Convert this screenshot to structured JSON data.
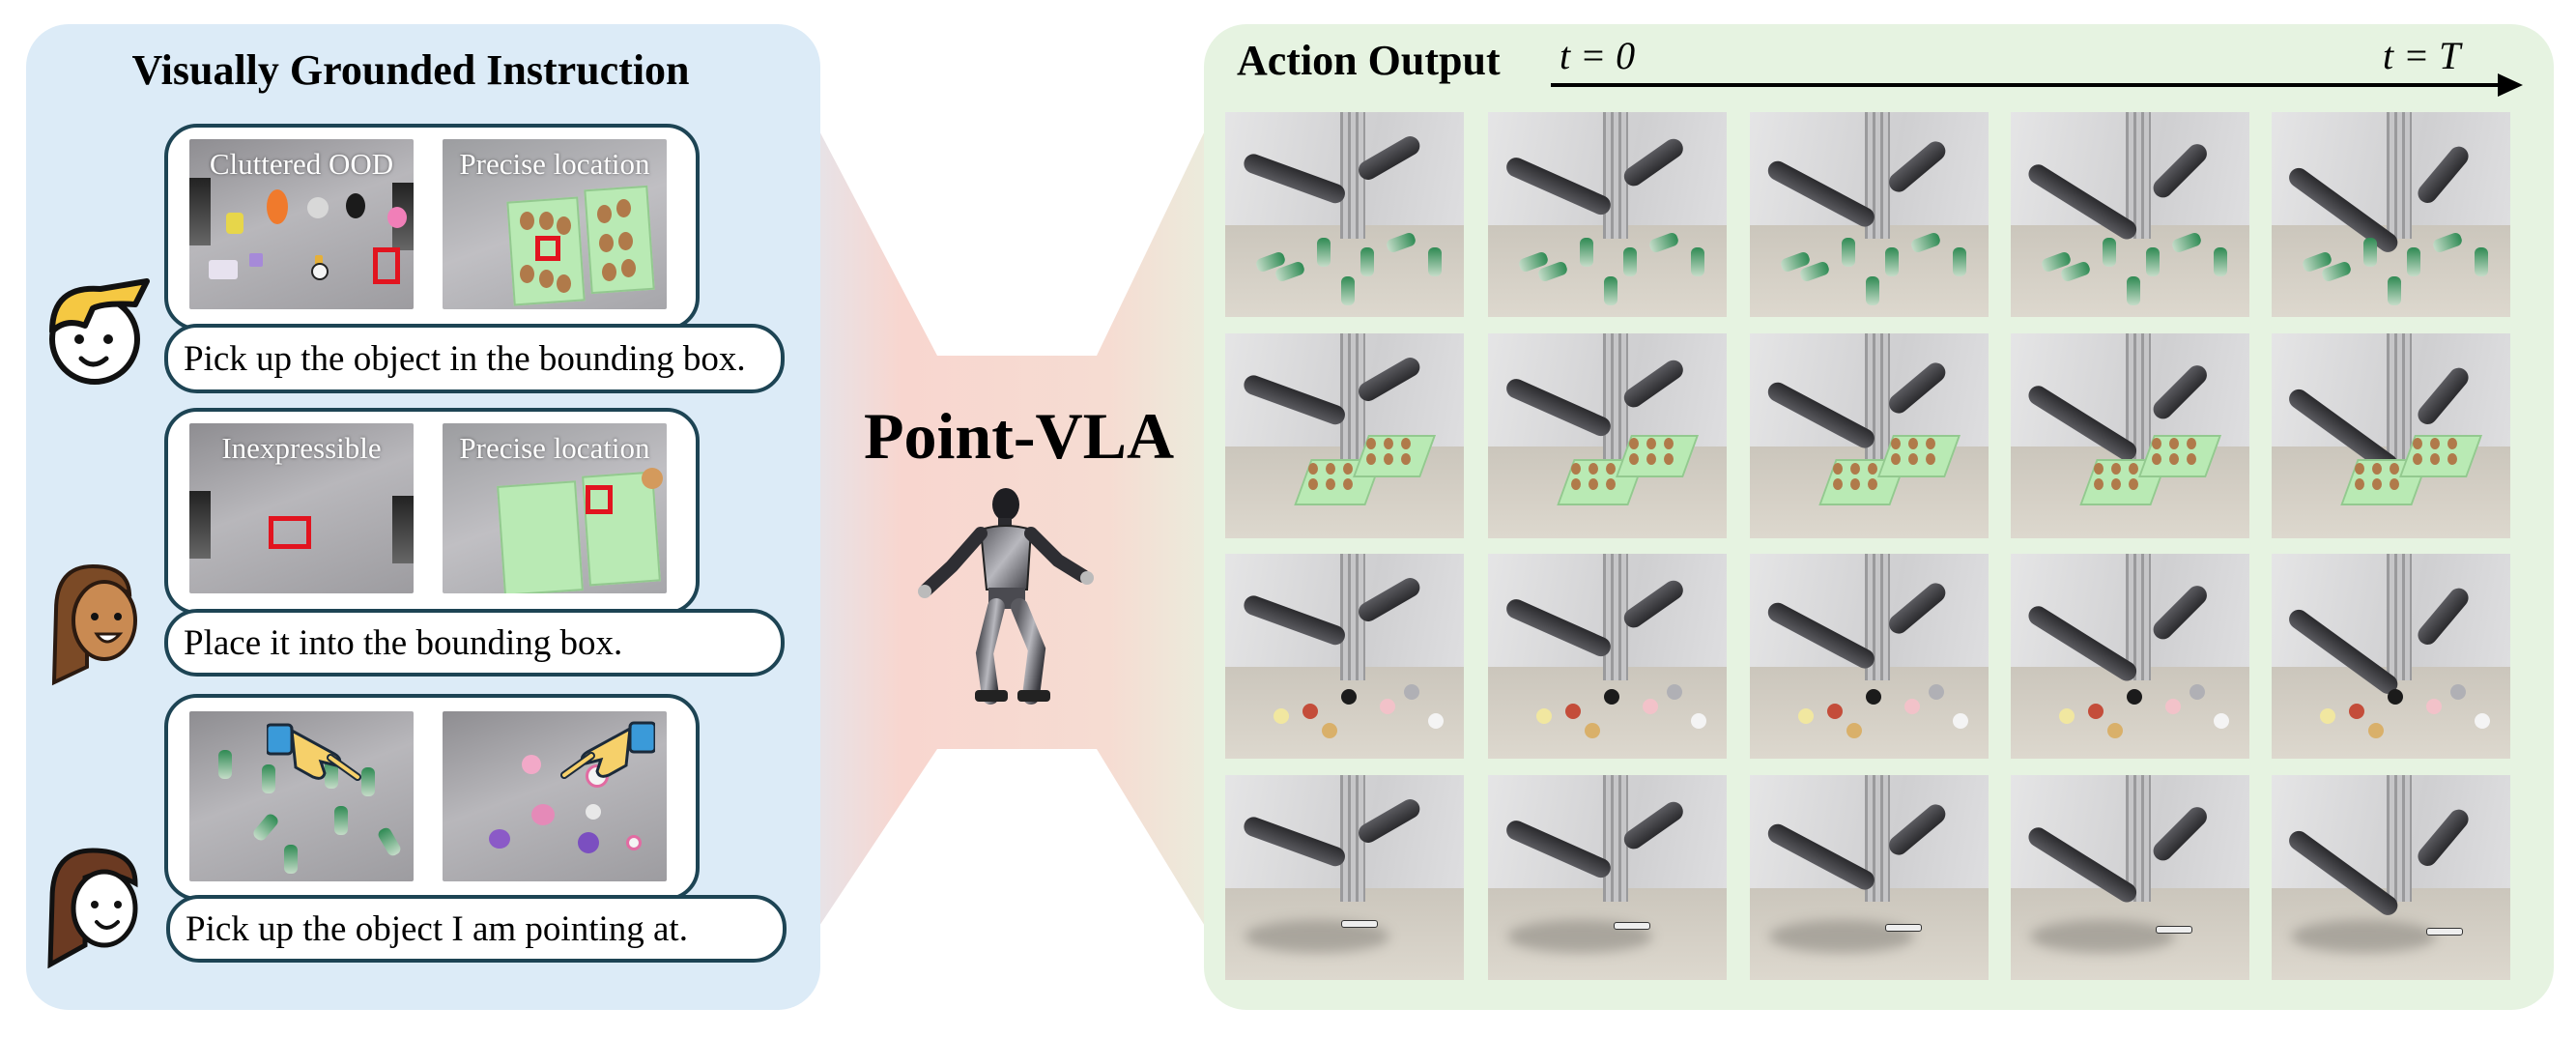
{
  "left_panel": {
    "title": "Visually Grounded Instruction",
    "examples": [
      {
        "avatar": "boy-avatar-icon",
        "images": [
          {
            "label": "Cluttered OOD"
          },
          {
            "label": "Precise location"
          }
        ],
        "instruction": "Pick up the object in the bounding box."
      },
      {
        "avatar": "woman-avatar-icon",
        "images": [
          {
            "label": "Inexpressible"
          },
          {
            "label": "Precise location"
          }
        ],
        "instruction": "Place it into the bounding box."
      },
      {
        "avatar": "girl-avatar-icon",
        "images": [
          {
            "label": ""
          },
          {
            "label": ""
          }
        ],
        "instruction": "Pick up the object I am pointing at."
      }
    ]
  },
  "center": {
    "model_name": "Point-VLA",
    "icon": "humanoid-robot-icon"
  },
  "right_panel": {
    "title": "Action Output",
    "time_start": "t = 0",
    "time_end": "t = T",
    "rows": [
      {
        "task": "bottles"
      },
      {
        "task": "egg-trays"
      },
      {
        "task": "cluttered-objects"
      },
      {
        "task": "marker"
      }
    ],
    "frames_per_row": 5
  },
  "colors": {
    "left_panel_bg": "#dcebf7",
    "right_panel_bg": "#e6f3e1",
    "card_border": "#1d4454",
    "bbox_red": "#e2141f",
    "connector_left": "#f7d8d3",
    "connector_right": "#e3f0d8"
  }
}
